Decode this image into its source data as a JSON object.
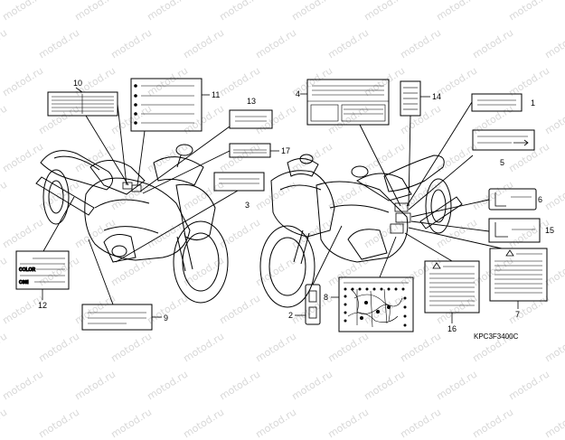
{
  "watermark": {
    "text": "motod.ru"
  },
  "diagram_code": "KPC3F3400C",
  "callouts": {
    "n1": "1",
    "n2": "2",
    "n3": "3",
    "n4": "4",
    "n5": "5",
    "n6": "6",
    "n7": "7",
    "n8": "8",
    "n9": "9",
    "n10": "10",
    "n11": "11",
    "n12": "12",
    "n13": "13",
    "n14": "14",
    "n15": "15",
    "n16": "16",
    "n17": "17"
  },
  "label12": {
    "line1": "COLOR",
    "line2": "C00I"
  }
}
